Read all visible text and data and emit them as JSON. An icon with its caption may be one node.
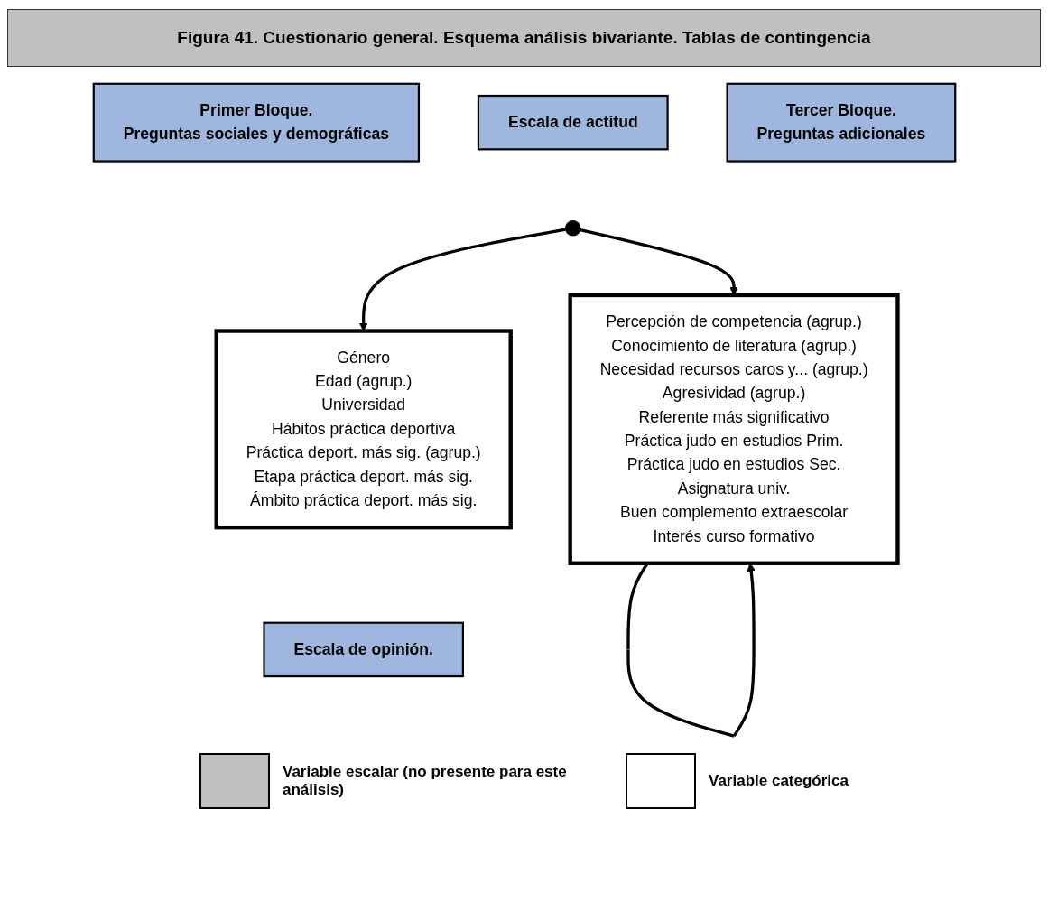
{
  "diagram": {
    "title": "Figura 41. Cuestionario general. Esquema análisis bivariante. Tablas de contingencia",
    "nodes": [
      {
        "text": [
          "Primer Bloque.",
          "Preguntas sociales y demográficas"
        ]
      },
      {
        "text": [
          "Escala de actitud"
        ]
      },
      {
        "text": [
          "Tercer Bloque.",
          "Preguntas adicionales"
        ]
      },
      {
        "text": [
          "Género",
          "Edad (agrup.)",
          "Universidad",
          "Hábitos práctica deportiva",
          "Práctica deport. más sig.  (agrup.)",
          "Etapa práctica deport. más sig.",
          "Ámbito práctica deport. más sig."
        ]
      },
      {
        "text": [
          "Percepción de competencia (agrup.)",
          "Conocimiento de literatura  (agrup.)",
          "Necesidad recursos caros y... (agrup.)",
          "Agresividad (agrup.)",
          "Referente más significativo",
          "Práctica judo en estudios Prim.",
          "Práctica judo en estudios Sec.",
          "Asignatura univ.",
          "Buen complemento extraescolar",
          "Interés curso formativo"
        ]
      },
      {
        "text": [
          "Escala de opinión."
        ]
      }
    ],
    "edges": [
      {
        "from": null,
        "to": 3,
        "arrow": "to"
      },
      {
        "from": null,
        "to": 4,
        "arrow": "to"
      },
      {
        "from": 4,
        "to": 4,
        "arrow": "to"
      }
    ],
    "legend": [
      {
        "text": "Variable escalar (no presente para este análisis)",
        "color": "#c0c0c0"
      },
      {
        "text": "Variable categórica",
        "color": "#ffffff"
      }
    ]
  }
}
